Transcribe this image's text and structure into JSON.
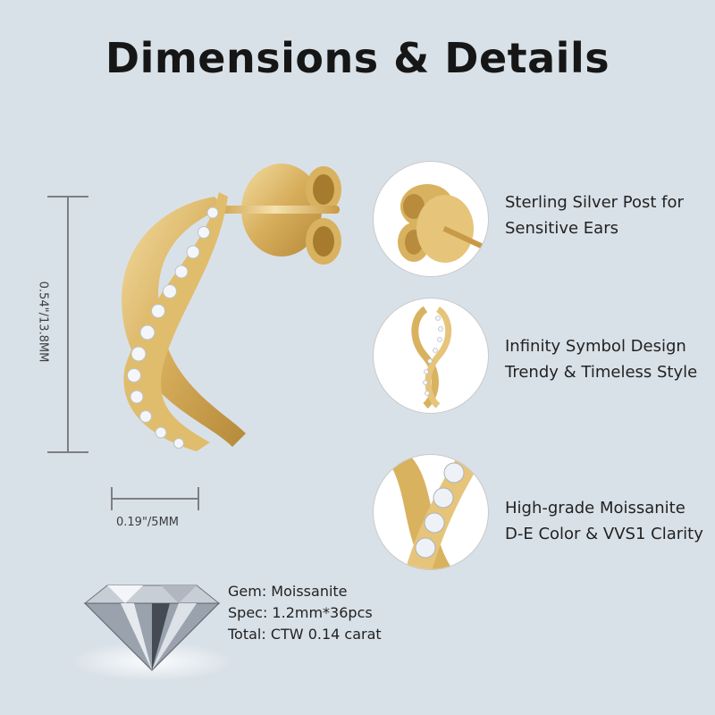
{
  "page": {
    "title": "Dimensions & Details",
    "background_color": "#d9e1e8",
    "accent_gold": "#d9b25f"
  },
  "dimensions": {
    "height_label": "0.54\"/13.8MM",
    "width_label": "0.19\"/5MM"
  },
  "product_image": {
    "icon": "earring-icon",
    "description": "Gold infinity half-hoop earring with moissanite stones and butterfly back"
  },
  "features": [
    {
      "icon": "earring-back-icon",
      "lines": [
        "Sterling Silver Post for",
        "Sensitive Ears"
      ]
    },
    {
      "icon": "infinity-symbol-icon",
      "lines": [
        "Infinity Symbol Design",
        "Trendy & Timeless Style"
      ]
    },
    {
      "icon": "moissanite-closeup-icon",
      "lines": [
        "High-grade Moissanite",
        "D-E Color & VVS1 Clarity"
      ]
    }
  ],
  "gem": {
    "icon": "diamond-icon",
    "lines": [
      "Gem: Moissanite",
      "Spec: 1.2mm*36pcs",
      "Total: CTW 0.14 carat"
    ]
  }
}
